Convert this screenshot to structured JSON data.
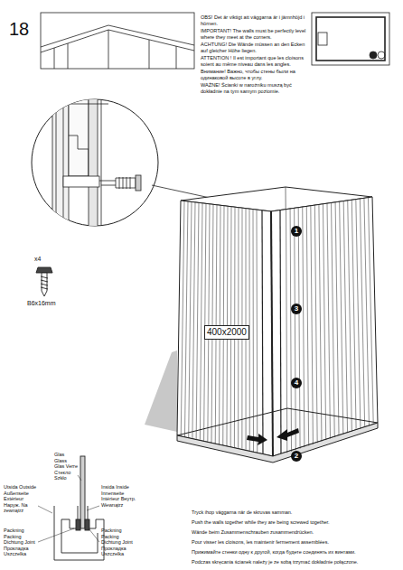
{
  "diagram": {
    "labels": [
      "18",
      "OBS! Det är viktigt att väggarna är i jämnhöjd i hörnen.",
      "IMPORTANT! The walls must be perfectly level where they meet at the corners.",
      "ACHTUNG! Die Wände müssen an den Ecken auf gleicher Höhe liegen.",
      "ATTENTION ! Il est important que les cloisons soient au même niveau dans les angles.",
      "Внимание! Важно, чтобы стены были на одинаковой высоте в углу.",
      "WAŻNE! Ścianki w narożniku muszą być dokładnie na tym samym poziomie.",
      "x4",
      "B6x16mm",
      "1",
      "3",
      "400x2000",
      "4",
      "2",
      "Glas Glass Glas Verre Стекло Szkło",
      "Utsida Outside Außenseite Extérieur Наруж. Na zewnątrz",
      "Insida Inside Innenseite Intérieur Внутр. Wewnątrz",
      "Packning Packing Dichtung Joint Прокладка Uszczelka",
      "Packning Packing Dichtung Joint Прокладка Uszczelka",
      "Tryck ihop väggarna när de skruvas samman.",
      "Push the walls together while they are being screwed together.",
      "Wände beim Zusammenschrauben zusammendrücken.",
      "Pour visser les cloisons, les maintenir fermement assemblées.",
      "Прижимайте стенки одну к другой, когда будете соединять их винтами.",
      "Podczas skręcania ścianek należy je ze sobą trzymać dokładnie połączone."
    ]
  }
}
